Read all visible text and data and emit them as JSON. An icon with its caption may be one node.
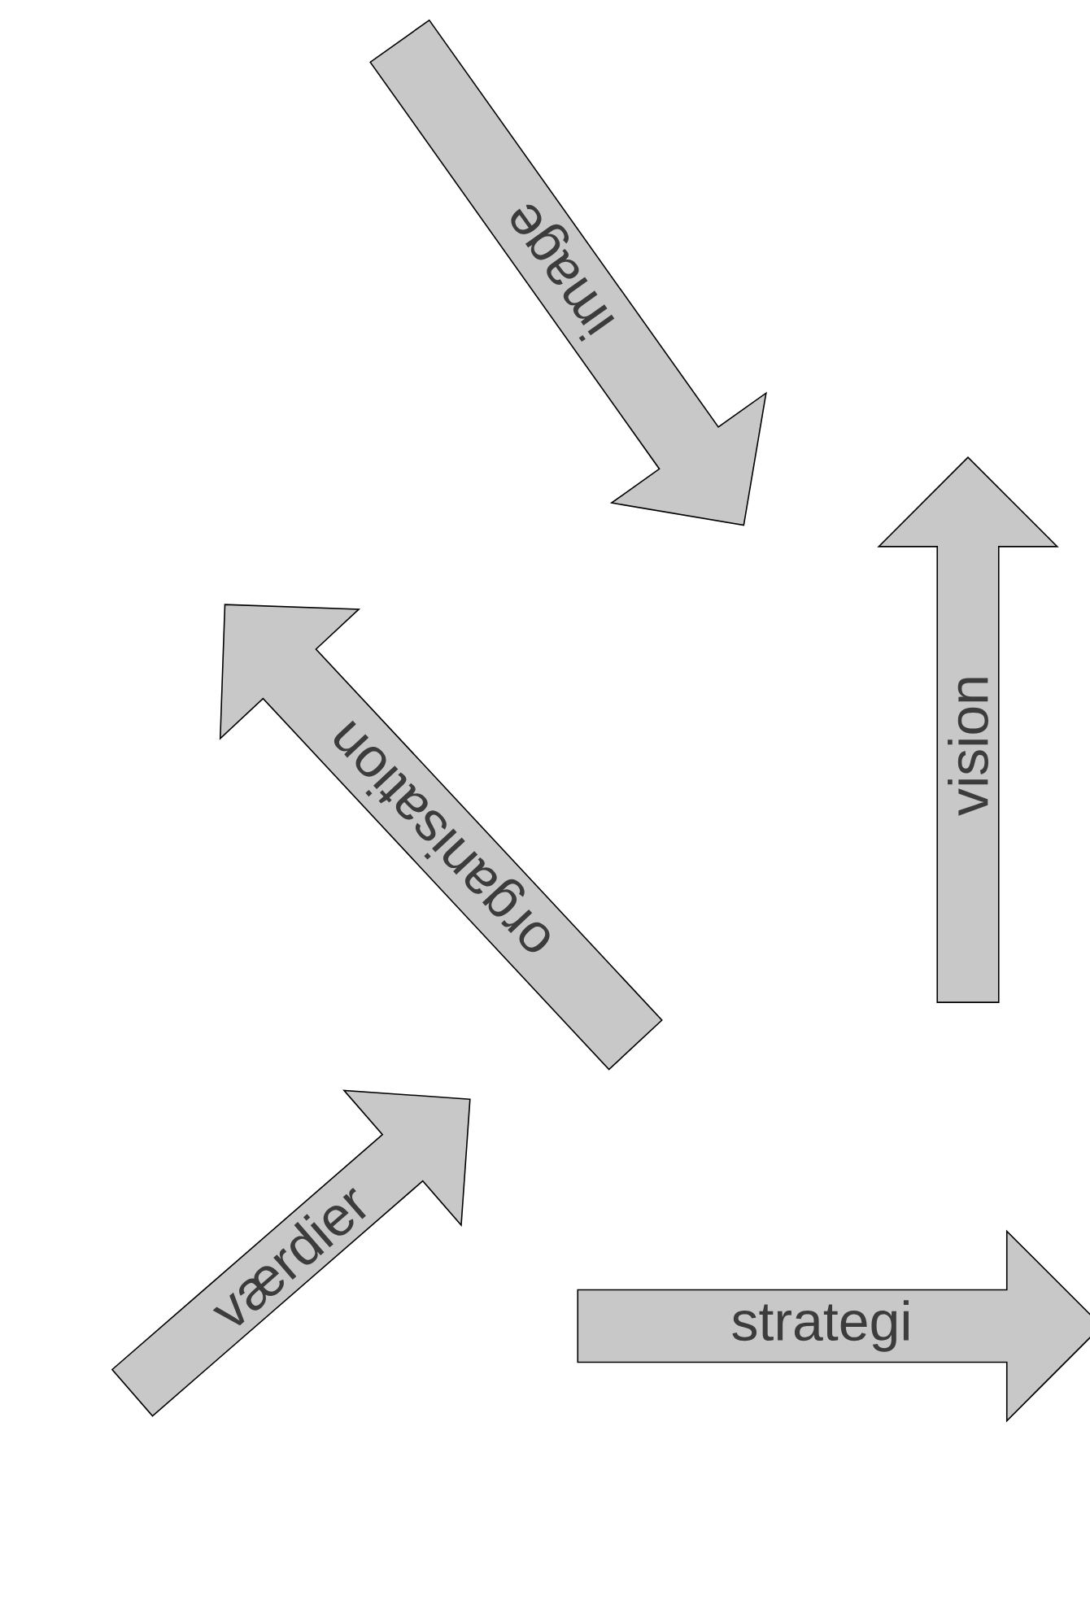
{
  "diagram": {
    "nodes": [
      {
        "text": [
          "image"
        ]
      },
      {
        "text": [
          "vision"
        ]
      },
      {
        "text": [
          "organisation"
        ]
      },
      {
        "text": [
          "værdier"
        ]
      },
      {
        "text": [
          "strategi"
        ]
      }
    ]
  }
}
